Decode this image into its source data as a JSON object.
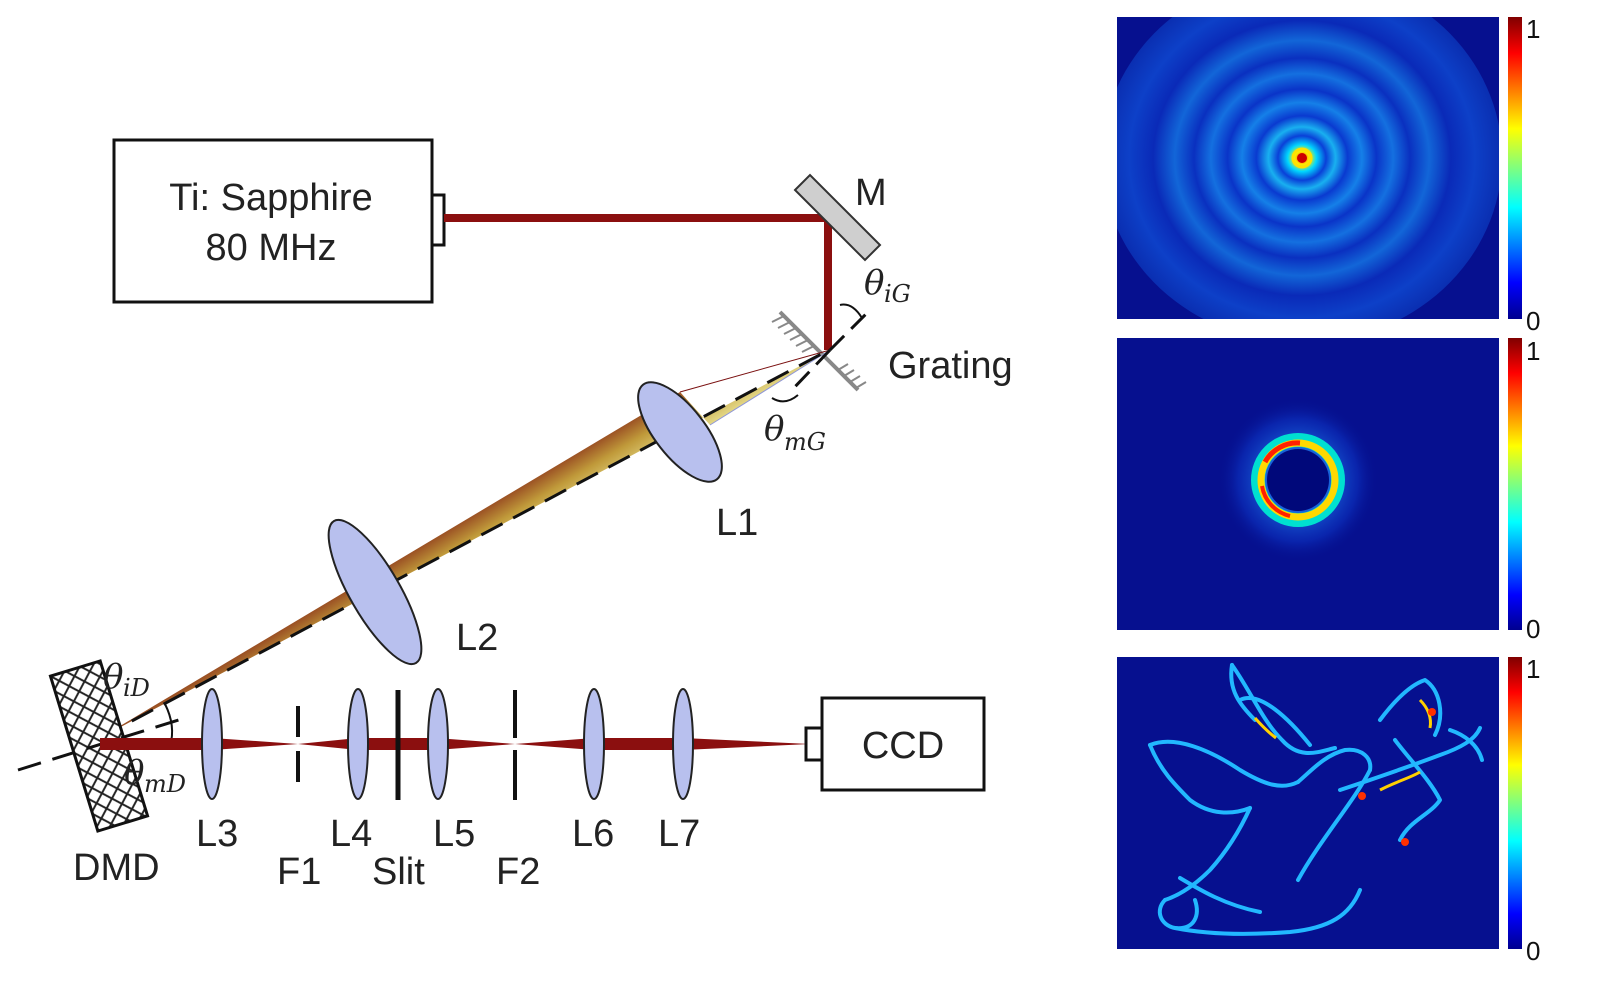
{
  "laser": {
    "line1": "Ti: Sapphire",
    "line2": "80 MHz"
  },
  "labels": {
    "mirror": "M",
    "grating": "Grating",
    "dmd": "DMD",
    "ccd": "CCD",
    "L1": "L1",
    "L2": "L2",
    "L3": "L3",
    "L4": "L4",
    "L5": "L5",
    "L6": "L6",
    "L7": "L7",
    "F1": "F1",
    "F2": "F2",
    "slit": "Slit"
  },
  "angles": {
    "theta": "θ",
    "iG": "iG",
    "mG": "mG",
    "iD": "iD",
    "mD": "mD"
  },
  "panels": [
    {
      "name": "bessel-beam",
      "colorbar_max": "1",
      "colorbar_min": "0"
    },
    {
      "name": "vortex-ring",
      "colorbar_max": "1",
      "colorbar_min": "0"
    },
    {
      "name": "dove-pattern",
      "colorbar_max": "1",
      "colorbar_min": "0"
    }
  ],
  "colors": {
    "beam": "#8b0f0f",
    "lens": "#b8c0ee",
    "panel_bg": "#06108f"
  }
}
